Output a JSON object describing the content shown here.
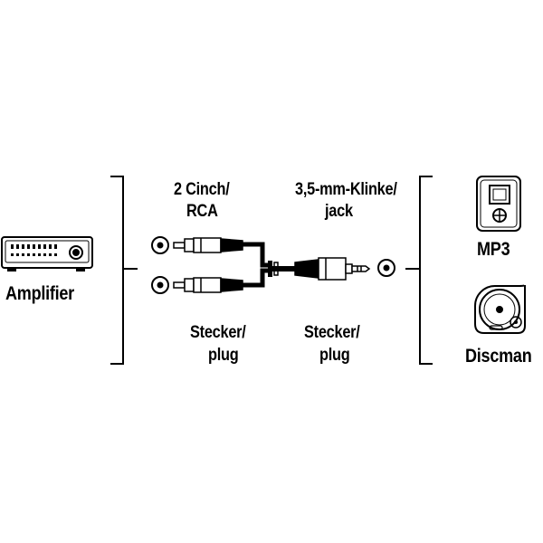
{
  "devices": {
    "amplifier": "Amplifier",
    "mp3": "MP3",
    "discman": "Discman"
  },
  "connectors": {
    "left_top": "2 Cinch/",
    "left_bottom": "RCA",
    "right_top": "3,5-mm-Klinke/",
    "right_bottom": "jack"
  },
  "plugs": {
    "left_top": "Stecker/",
    "left_bottom": "plug",
    "right_top": "Stecker/",
    "right_bottom": "plug"
  }
}
